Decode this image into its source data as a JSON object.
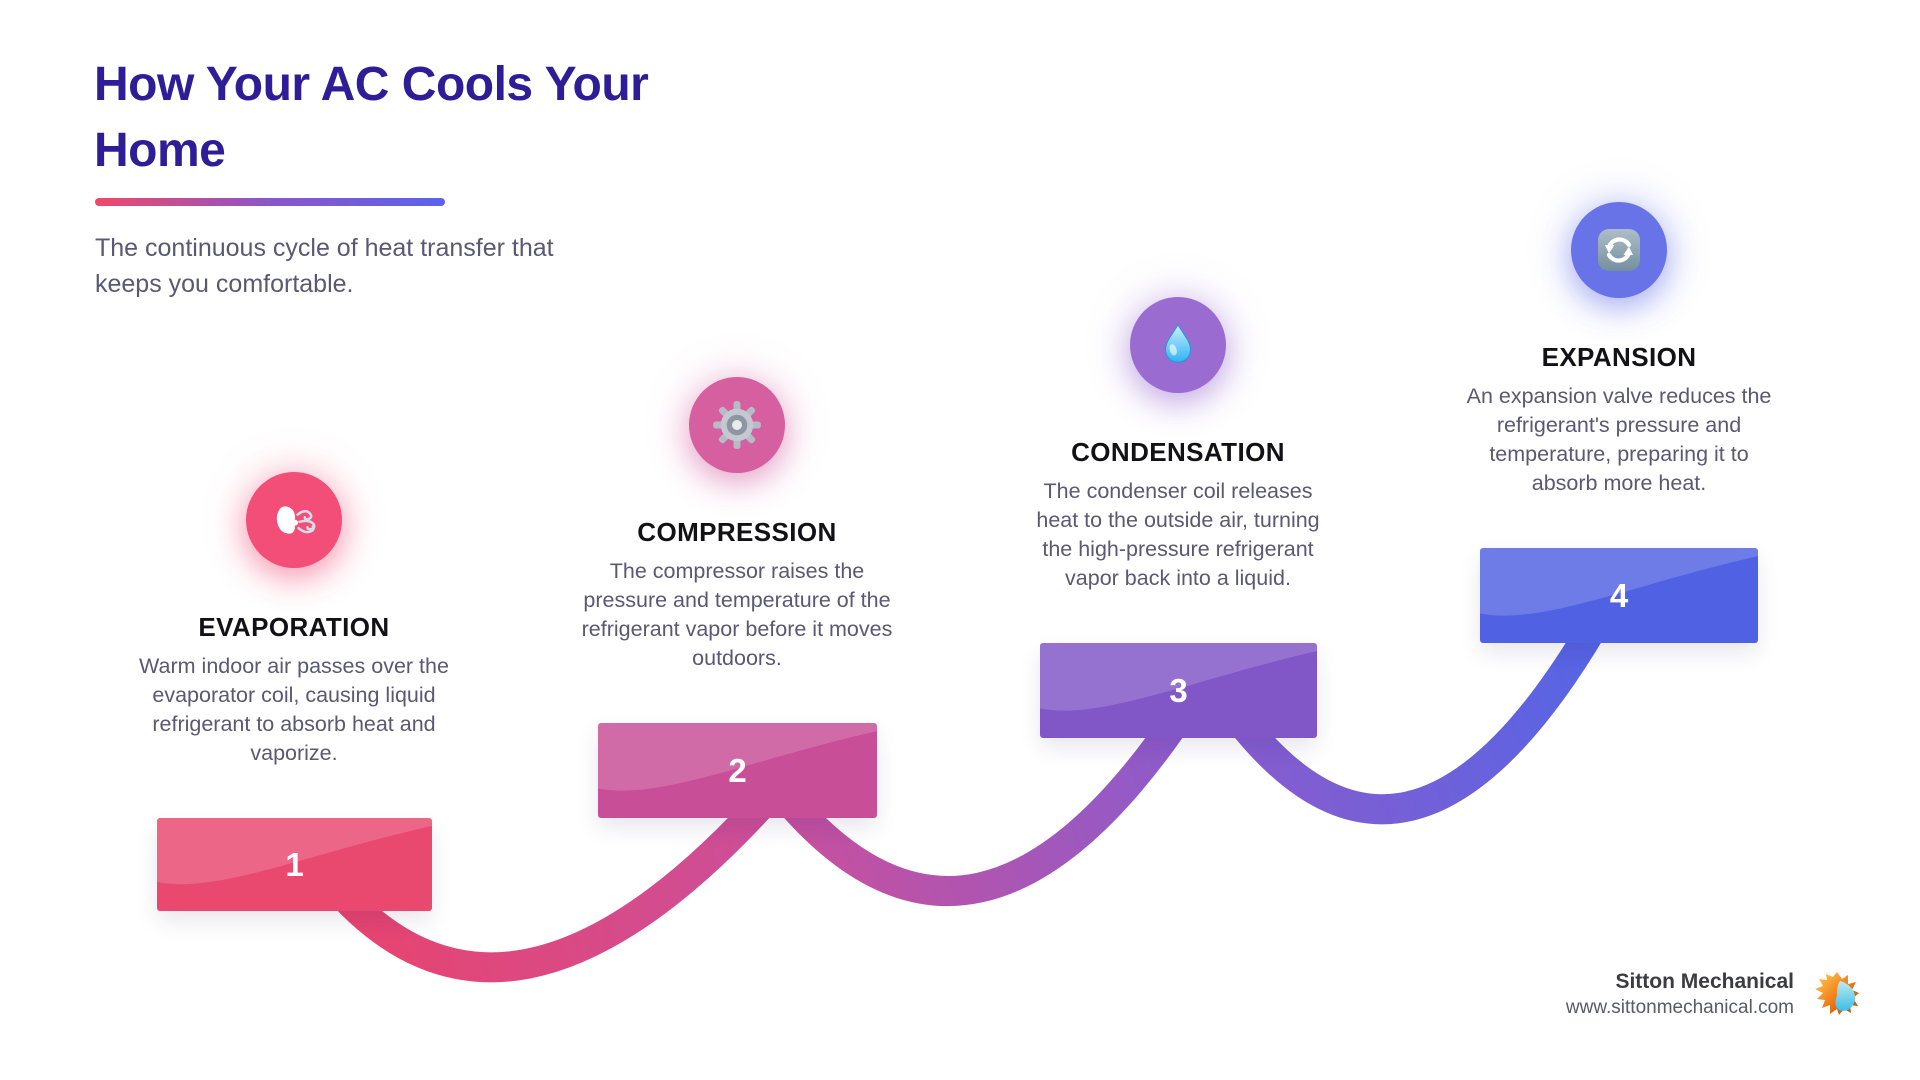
{
  "header": {
    "title": "How Your AC Cools Your Home",
    "subtitle": "The continuous cycle of heat transfer that keeps you comfortable.",
    "title_color": "#2e1d97",
    "underline_gradient": [
      "#f2476a",
      "#5a63ee"
    ]
  },
  "steps": [
    {
      "number": "1",
      "title": "EVAPORATION",
      "description": "Warm indoor air passes over the evaporator coil, causing liquid refrigerant to absorb heat and vaporize.",
      "icon": "wind-face-icon",
      "circle_color": "#f24e78",
      "bar_color": "#e9486f"
    },
    {
      "number": "2",
      "title": "COMPRESSION",
      "description": "The compressor raises the pressure and temperature of the refrigerant vapor before it moves outdoors.",
      "icon": "gear-icon",
      "circle_color": "#d55f9f",
      "bar_color": "#c84e97"
    },
    {
      "number": "3",
      "title": "CONDENSATION",
      "description": "The condenser coil releases heat to the outside air, turning the high-pressure refrigerant vapor back into a liquid.",
      "icon": "droplet-icon",
      "circle_color": "#9a6cd2",
      "bar_color": "#8156c7"
    },
    {
      "number": "4",
      "title": "EXPANSION",
      "description": "An expansion valve reduces the refrigerant's pressure and temperature, preparing it to absorb more heat.",
      "icon": "cycle-arrows-icon",
      "circle_color": "#6873e8",
      "bar_color": "#5062e3"
    }
  ],
  "connector_gradient": [
    "#e8446e",
    "#cb4f9b",
    "#8a5ccd",
    "#5465e6"
  ],
  "footer": {
    "company": "Sitton Mechanical",
    "website": "www.sittonmechanical.com"
  }
}
